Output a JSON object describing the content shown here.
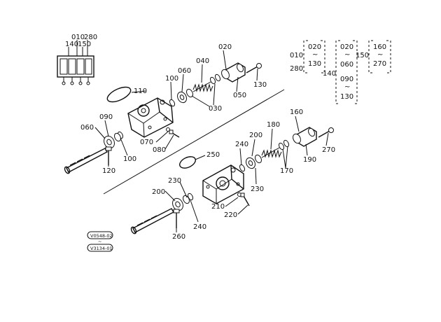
{
  "inset": {
    "callouts": [
      "010",
      "280",
      "140",
      "150"
    ]
  },
  "legend_groups": {
    "a": {
      "left": [
        "010",
        "280"
      ],
      "right": [
        "020",
        "~",
        "130"
      ]
    },
    "b": {
      "left": "140",
      "right": [
        "020",
        "~",
        "060",
        "090",
        "~",
        "130"
      ]
    },
    "c": {
      "left": "150",
      "right": [
        "160",
        "~",
        "270"
      ]
    }
  },
  "upper_assembly": [
    "020",
    "040",
    "060",
    "100",
    "110",
    "090",
    "060",
    "070",
    "080",
    "100",
    "120",
    "050",
    "030",
    "130"
  ],
  "lower_assembly": [
    "160",
    "180",
    "200",
    "240",
    "250",
    "230",
    "200",
    "230",
    "240",
    "210",
    "220",
    "260",
    "170",
    "190",
    "270"
  ],
  "revision_codes": [
    "V0548-02",
    "~",
    "V3134-01"
  ]
}
